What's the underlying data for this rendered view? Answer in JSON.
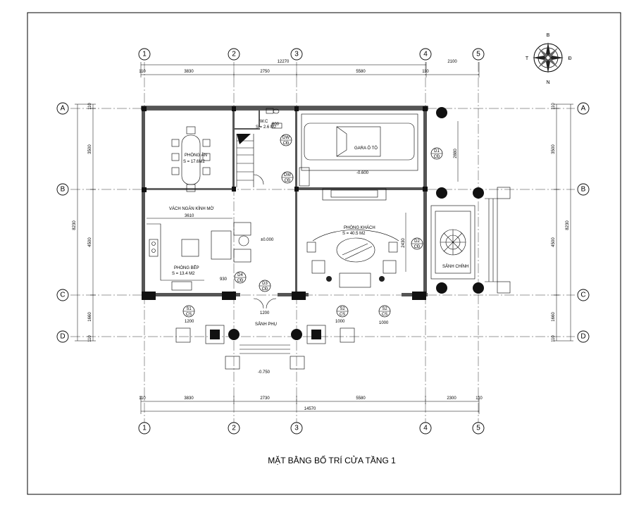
{
  "title": "MẶT BẰNG BỐ TRÍ CỬA TẦNG 1",
  "compass": {
    "n_top": "B",
    "s_bottom": "N",
    "west": "T",
    "east": "Đ"
  },
  "axes": {
    "vertical": [
      "1",
      "2",
      "3",
      "4",
      "5"
    ],
    "horizontal": [
      "A",
      "B",
      "C",
      "D"
    ]
  },
  "dims_top": {
    "total": "12270",
    "segments": [
      "110",
      "3830",
      "2750",
      "5580",
      "110",
      "2100"
    ]
  },
  "dims_bottom": {
    "total": "14570",
    "segments": [
      "110",
      "3830",
      "2730",
      "5580",
      "2300",
      "110"
    ]
  },
  "dims_left": {
    "total": "8230",
    "segments": [
      "110",
      "3500",
      "4500",
      "1660",
      "110"
    ]
  },
  "dims_right": {
    "total": "8230",
    "segments": [
      "110",
      "3500",
      "4500",
      "1660",
      "110"
    ]
  },
  "inner_dims": {
    "kitchen_width": "3610",
    "garage_door": "2880",
    "living_door": "2430",
    "d5": "1200",
    "s1": "1200",
    "s2a": "1000",
    "s2b": "1000",
    "wc_door": "800",
    "stair_w": "930"
  },
  "rooms": {
    "dining": {
      "name": "PHÒNG ĂN",
      "area": "S = 17.6M2"
    },
    "wc": {
      "name": "W.C",
      "area": "S = 2.6 M2"
    },
    "garage": {
      "name": "GARA Ô TÔ",
      "level": "-0.600"
    },
    "kitchen_note": "VÁCH NGĂN KÍNH MỜ",
    "kitchen": {
      "name": "PHÒNG BẾP",
      "area": "S = 13.4 M2"
    },
    "living": {
      "name": "PHÒNG KHÁCH",
      "area": "S = 40.5 M2"
    },
    "hall_level": "±0.000",
    "porch": "SẢNH CHÍNH",
    "side_porch": "SẢNH PHỤ",
    "porch_level": "-0.750"
  },
  "door_tags": [
    {
      "code": "DW",
      "type": "CĐ"
    },
    {
      "code": "DW",
      "type": "CĐ"
    },
    {
      "code": "D1",
      "type": "CĐ"
    },
    {
      "code": "D2",
      "type": "CĐ"
    },
    {
      "code": "D4",
      "type": "CĐ"
    },
    {
      "code": "D3",
      "type": "CĐ"
    },
    {
      "code": "S1",
      "type": "CS"
    },
    {
      "code": "S2",
      "type": "CS"
    },
    {
      "code": "S2",
      "type": "CS"
    }
  ]
}
